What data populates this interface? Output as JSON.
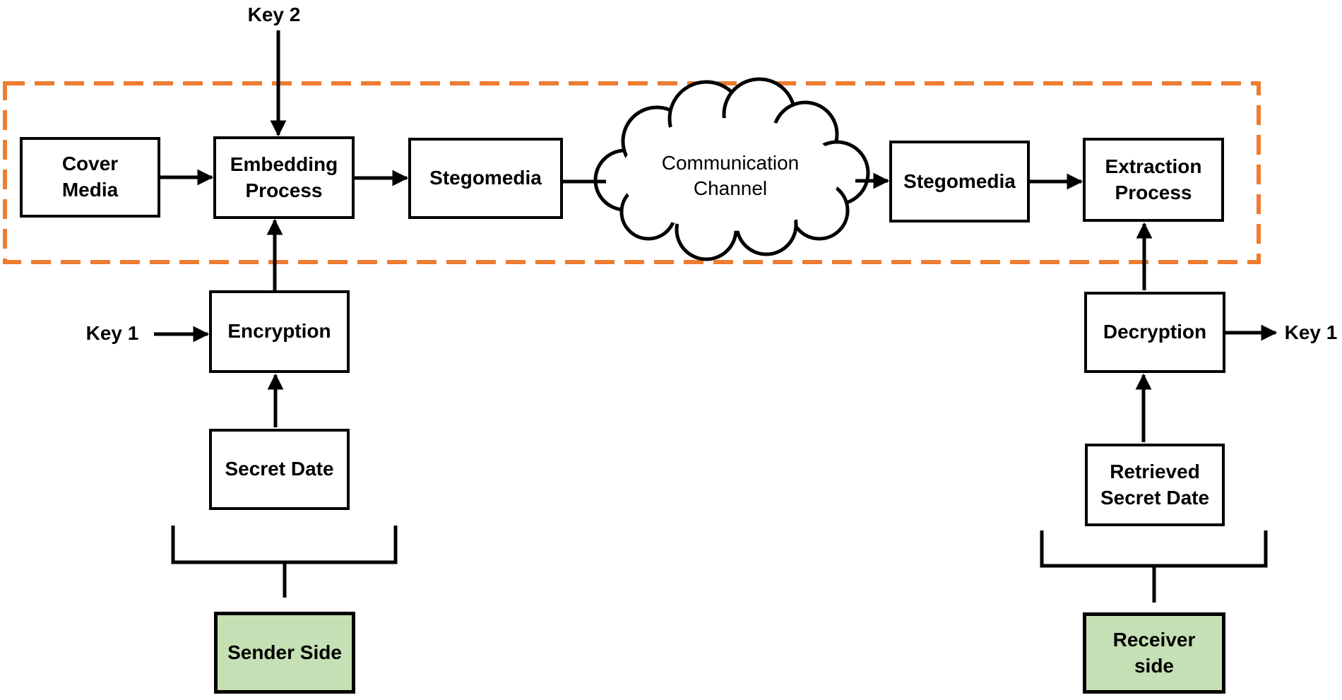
{
  "colors": {
    "boundary_orange": "#ED7D31",
    "group_green": "#C5E0B4",
    "line_black": "#000000"
  },
  "labels": {
    "key2": "Key 2",
    "key1_sender": "Key 1",
    "key1_receiver": "Key 1"
  },
  "pipeline": {
    "cover_media": [
      "Cover",
      "Media"
    ],
    "embedding_process": [
      "Embedding",
      "Process"
    ],
    "stegomedia_left": [
      "Stegomedia"
    ],
    "communication_channel": [
      "Communication",
      "Channel"
    ],
    "stegomedia_right": [
      "Stegomedia"
    ],
    "extraction_process": [
      "Extraction",
      "Process"
    ]
  },
  "sender": {
    "encryption": [
      "Encryption"
    ],
    "secret_data": [
      "Secret Date"
    ],
    "group_label": [
      "Sender Side"
    ]
  },
  "receiver": {
    "decryption": [
      "Decryption"
    ],
    "retrieved_secret": [
      "Retrieved",
      "Secret Date"
    ],
    "group_label": [
      "Receiver",
      "side"
    ]
  }
}
